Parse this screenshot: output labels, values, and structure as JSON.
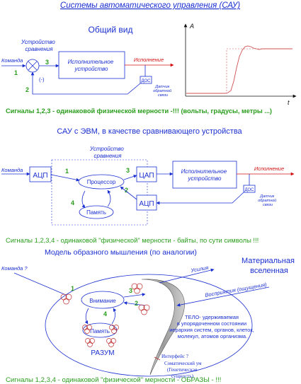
{
  "title": "Системы автоматического управления (САУ)",
  "s1": {
    "subtitle": "Общий вид",
    "command": "Команда",
    "comparator_l1": "Устройство",
    "comparator_l2": "сравнения",
    "exec_l1": "Исполнительное",
    "exec_l2": "устройство",
    "output": "Исполнение",
    "dos": "ДОС",
    "sensor_l1": "Датчик",
    "sensor_l2": "обратной",
    "sensor_l3": "связи",
    "minus": "(-)",
    "n1": "1",
    "n2": "2",
    "n3": "3",
    "axis_y": "A",
    "axis_x": "t",
    "signals": "Сигналы 1,2,3 - одинаковой физической мерности -!!! (вольты, градусы, метры ...)"
  },
  "s2": {
    "subtitle": "САУ с ЭВМ, в качестве сравнивающего устройства",
    "comparator_l1": "Устройство",
    "comparator_l2": "сравнения",
    "command": "Команда",
    "adc": "АЦП",
    "dac": "ЦАП",
    "adc2": "АЦП",
    "processor": "Процессор",
    "memory": "Память",
    "exec_l1": "Исполнительное",
    "exec_l2": "устройство",
    "output": "Исполнение",
    "dos": "ДОС",
    "sensor_l1": "Датчик",
    "sensor_l2": "обратной",
    "sensor_l3": "связи",
    "n1": "1",
    "n2": "2",
    "n3": "3",
    "n4": "4",
    "signals": "Сигналы 1,2,3,4 - одинаковой \"физической\" мерности - байты, по сути символы !!!"
  },
  "s3": {
    "subtitle": "Модель образного мышления (по аналогии)",
    "command": "Команда ?",
    "universe_l1": "Материальная",
    "universe_l2": "вселенная",
    "effort": "Усилия",
    "perception": "Восприятия (ощущения)",
    "attention": "Внимание",
    "memory": "Память",
    "mind": "РАЗУМ",
    "body_l1": "ТЕЛО- удерживаемая",
    "body_l2": "в упорядоченном состоянии",
    "body_l3": "иерархия систем, органов, клеток,",
    "body_l4": "молекул, атомов организма.",
    "interface": "Интерфейс ?",
    "somatic_l1": "Соматический ум",
    "somatic_l2": "(Генетическая",
    "somatic_l3": "сущность)",
    "n1": "1",
    "n2": "2",
    "n3": "3",
    "n4": "4",
    "signals": "Сигналы 1,2,3,4 - одинаковой \"физической\" мерности - ОБРАЗЫ - !!!"
  }
}
